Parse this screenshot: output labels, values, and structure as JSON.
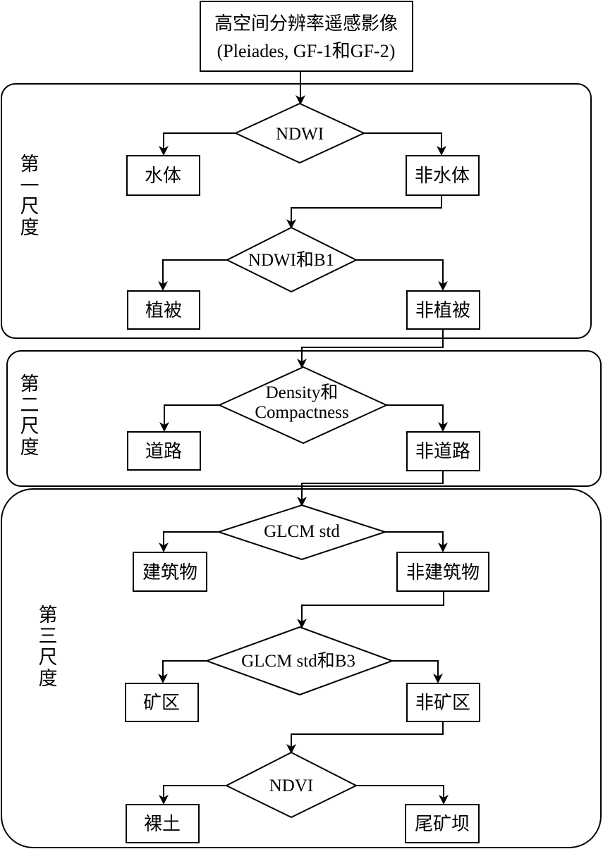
{
  "source": {
    "line1": "高空间分辨率遥感影像",
    "line2": "(Pleiades, GF-1和GF-2)"
  },
  "scales": {
    "scale1": {
      "chars": [
        "第",
        "一",
        "尺",
        "度"
      ]
    },
    "scale2": {
      "chars": [
        "第",
        "二",
        "尺",
        "度"
      ]
    },
    "scale3": {
      "chars": [
        "第",
        "三",
        "尺",
        "度"
      ]
    }
  },
  "decisions": {
    "ndwi": "NDWI",
    "ndwi_b1": "NDWI和B1",
    "density_line1": "Density和",
    "density_line2": "Compactness",
    "glcm_std": "GLCM std",
    "glcm_std_b3": "GLCM std和B3",
    "ndvi": "NDVI"
  },
  "classes": {
    "water": "水体",
    "non_water": "非水体",
    "vegetation": "植被",
    "non_vegetation": "非植被",
    "road": "道路",
    "non_road": "非道路",
    "building": "建筑物",
    "non_building": "非建筑物",
    "mining_area": "矿区",
    "non_mining_area": "非矿区",
    "bare_soil": "裸土",
    "tailings_dam": "尾矿坝"
  }
}
